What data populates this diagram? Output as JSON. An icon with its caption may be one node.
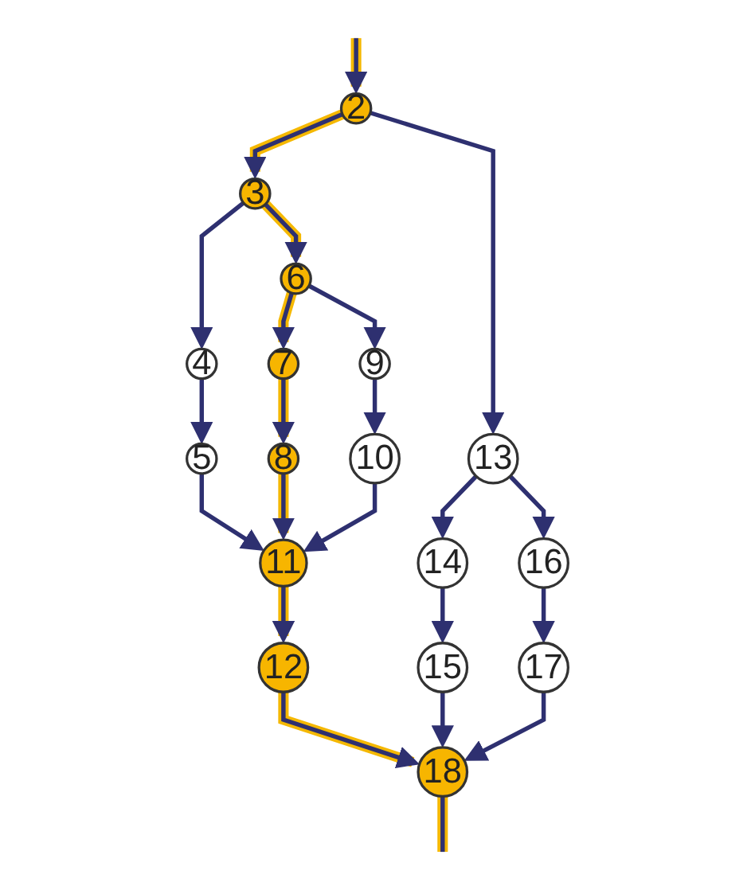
{
  "diagram": {
    "nodes": [
      {
        "text": [
          "2"
        ]
      },
      {
        "text": [
          "3"
        ]
      },
      {
        "text": [
          "4"
        ]
      },
      {
        "text": [
          "6"
        ]
      },
      {
        "text": [
          "13"
        ]
      },
      {
        "text": [
          "7"
        ]
      },
      {
        "text": [
          "9"
        ]
      },
      {
        "text": [
          "14"
        ]
      },
      {
        "text": [
          "16"
        ]
      },
      {
        "text": [
          "5"
        ]
      },
      {
        "text": [
          "8"
        ]
      },
      {
        "text": [
          "10"
        ]
      },
      {
        "text": [
          "17"
        ]
      },
      {
        "text": [
          "11"
        ]
      },
      {
        "text": [
          "15"
        ]
      },
      {
        "text": [
          "12"
        ]
      },
      {
        "text": [
          "18"
        ]
      }
    ],
    "edges": [
      {
        "from": null,
        "to": 0,
        "arrow": "to",
        "style": "thick",
        "color": "#f5b800"
      },
      {
        "from": 0,
        "to": 1,
        "arrow": "to",
        "style": "thick",
        "color": "#f5b800"
      },
      {
        "from": 0,
        "to": 4,
        "arrow": "to"
      },
      {
        "from": 1,
        "to": 2,
        "arrow": "to"
      },
      {
        "from": 1,
        "to": 3,
        "arrow": "to",
        "style": "thick",
        "color": "#f5b800"
      },
      {
        "from": 2,
        "to": 9,
        "arrow": "to"
      },
      {
        "from": 3,
        "to": 5,
        "arrow": "to",
        "style": "thick",
        "color": "#f5b800"
      },
      {
        "from": 3,
        "to": 6,
        "arrow": "to"
      },
      {
        "from": 5,
        "to": 10,
        "arrow": "to",
        "style": "thick",
        "color": "#f5b800"
      },
      {
        "from": 6,
        "to": 11,
        "arrow": "to"
      },
      {
        "from": 9,
        "to": 13,
        "arrow": "to"
      },
      {
        "from": 10,
        "to": 13,
        "arrow": "to",
        "style": "thick",
        "color": "#f5b800"
      },
      {
        "from": 11,
        "to": 13,
        "arrow": "to"
      },
      {
        "from": 13,
        "to": 15,
        "arrow": "to",
        "style": "thick",
        "color": "#f5b800"
      },
      {
        "from": 15,
        "to": 16,
        "arrow": "to",
        "style": "thick",
        "color": "#f5b800"
      },
      {
        "from": 4,
        "to": 7,
        "arrow": "to"
      },
      {
        "from": 4,
        "to": 8,
        "arrow": "to"
      },
      {
        "from": 7,
        "to": 14,
        "arrow": "to"
      },
      {
        "from": 8,
        "to": 12,
        "arrow": "to"
      },
      {
        "from": 14,
        "to": 16,
        "arrow": "to"
      },
      {
        "from": 12,
        "to": 16,
        "arrow": "to"
      },
      {
        "from": 16,
        "to": null,
        "arrow": "none",
        "style": "thick",
        "color": "#f5b800"
      }
    ]
  }
}
